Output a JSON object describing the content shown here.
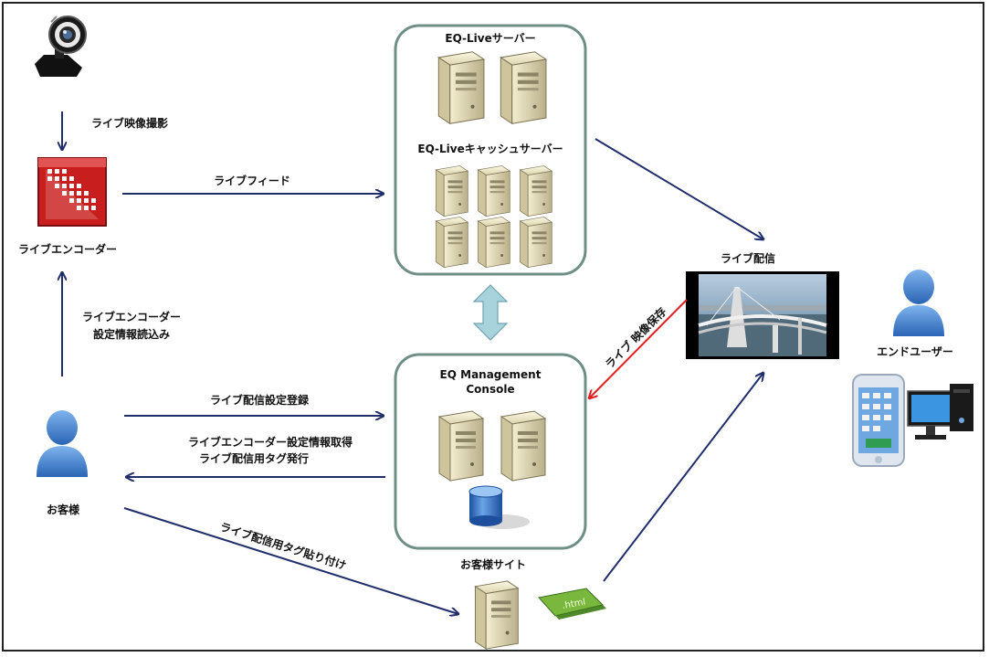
{
  "nodes": {
    "camera_caption": "ライブ映像撮影",
    "encoder_label": "ライブエンコーダー",
    "live_server_title": "EQ-Liveサーバー",
    "cache_server_title": "EQ-Liveキャッシュサーバー",
    "mgmt_title_line1": "EQ Management",
    "mgmt_title_line2": "Console",
    "customer_label": "お客様",
    "customer_site_label": "お客様サイト",
    "live_delivery_label": "ライブ配信",
    "end_user_label": "エンドユーザー",
    "html_badge": ".html"
  },
  "edges": {
    "live_feed": "ライブフィード",
    "encoder_settings_line1": "ライブエンコーダー",
    "encoder_settings_line2": "設定情報読込み",
    "delivery_register": "ライブ配信設定登録",
    "settings_get_line1": "ライブエンコーダー設定情報取得",
    "settings_get_line2": "ライブ配信用タグ発行",
    "tag_paste": "ライブ配信用タグ貼り付け",
    "video_save": "ライブ 映像保存"
  },
  "colors": {
    "arrow_navy": "#1f2d6b",
    "arrow_red": "#e02020",
    "panel_border": "#6f8f86",
    "double_arrow": "#a9d3dc",
    "user_blue": "#3a78c6",
    "encoder_red": "#c81e1e"
  }
}
